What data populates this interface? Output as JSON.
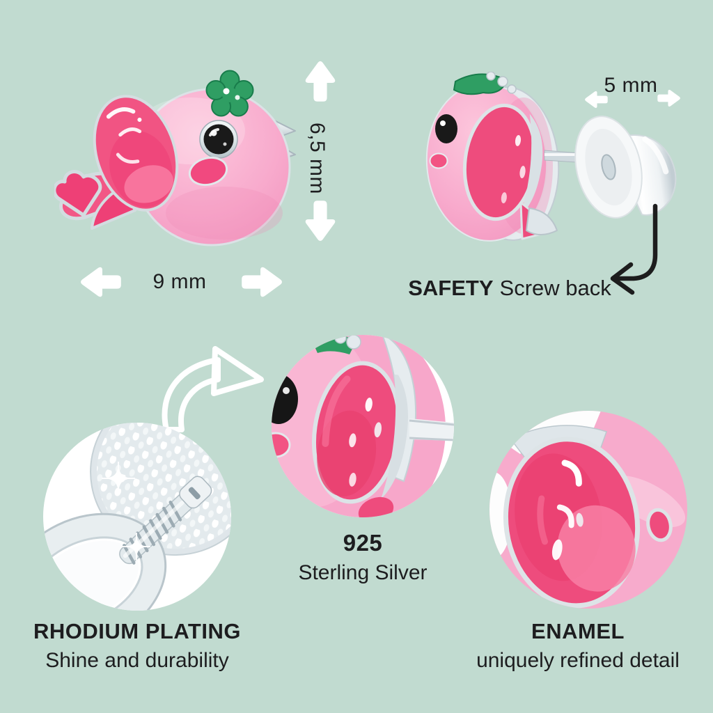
{
  "page": {
    "background_color": "#c1dbd0",
    "subject": "pink bird enamel stud earrings infographic"
  },
  "measurements": {
    "front_height": "6,5 mm",
    "front_width": "9 mm",
    "back_width": "5 mm"
  },
  "safety": {
    "label": "SAFETY",
    "text": "Screw back"
  },
  "features": {
    "rhodium": {
      "title": "RHODIUM PLATING",
      "subtitle": "Shine and durability"
    },
    "silver": {
      "title": "925",
      "subtitle": "Sterling Silver"
    },
    "enamel": {
      "title": "ENAMEL",
      "subtitle": "uniquely refined detail"
    }
  },
  "graphics": {
    "front_view": "bird-earring-front",
    "side_view": "bird-earring-side-with-screw-back",
    "detail_left": "screw-mechanism-macro",
    "detail_middle": "enamel-side-macro",
    "detail_right": "enamel-wing-macro"
  },
  "icons": {
    "front_height_arrows": [
      "arrow-up",
      "arrow-down"
    ],
    "front_width_arrows": [
      "arrow-left",
      "arrow-right"
    ],
    "back_width_arrows": [
      "arrow-left",
      "arrow-right"
    ],
    "detail_pointer": "curved-outline-arrow",
    "screwback_pointer": "curved-black-arrow",
    "sparkle": "four-point-star"
  },
  "colors": {
    "background": "#c1dbd0",
    "body_pink": "#f8abcd",
    "enamel_pink": "#ee4c7d",
    "cheek_pink": "#f1497f",
    "accent_green": "#2f9e63",
    "silver": "#dfe6ea",
    "text": "#1d1d1f",
    "arrow_white": "#ffffff",
    "arrow_black": "#1d1d1d"
  }
}
